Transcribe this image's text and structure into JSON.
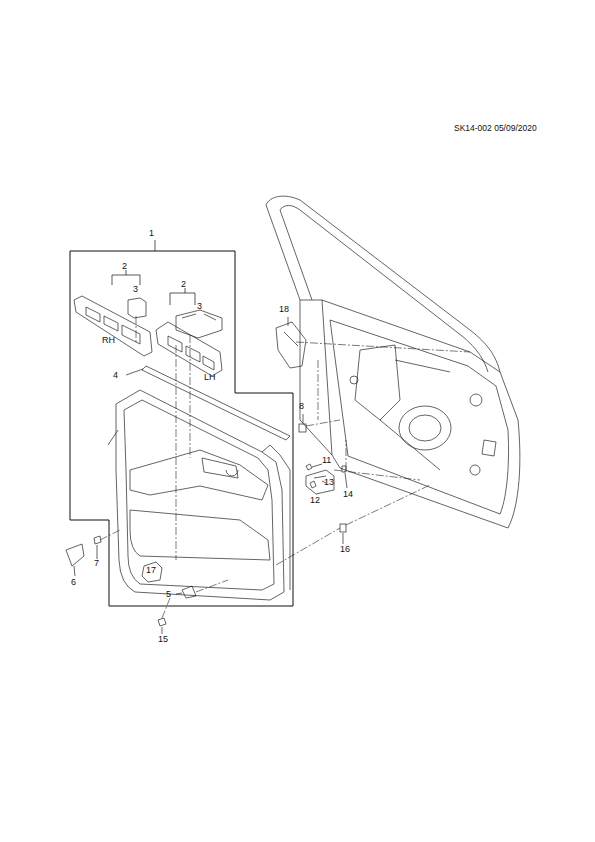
{
  "diagram": {
    "labels": [
      "SK14-002 05/09/2020",
      "1",
      "2",
      "3",
      "2",
      "3",
      "RH",
      "LH",
      "4",
      "18",
      "8",
      "11",
      "12",
      "13",
      "14",
      "16",
      "6",
      "7",
      "17",
      "5",
      "15"
    ]
  }
}
